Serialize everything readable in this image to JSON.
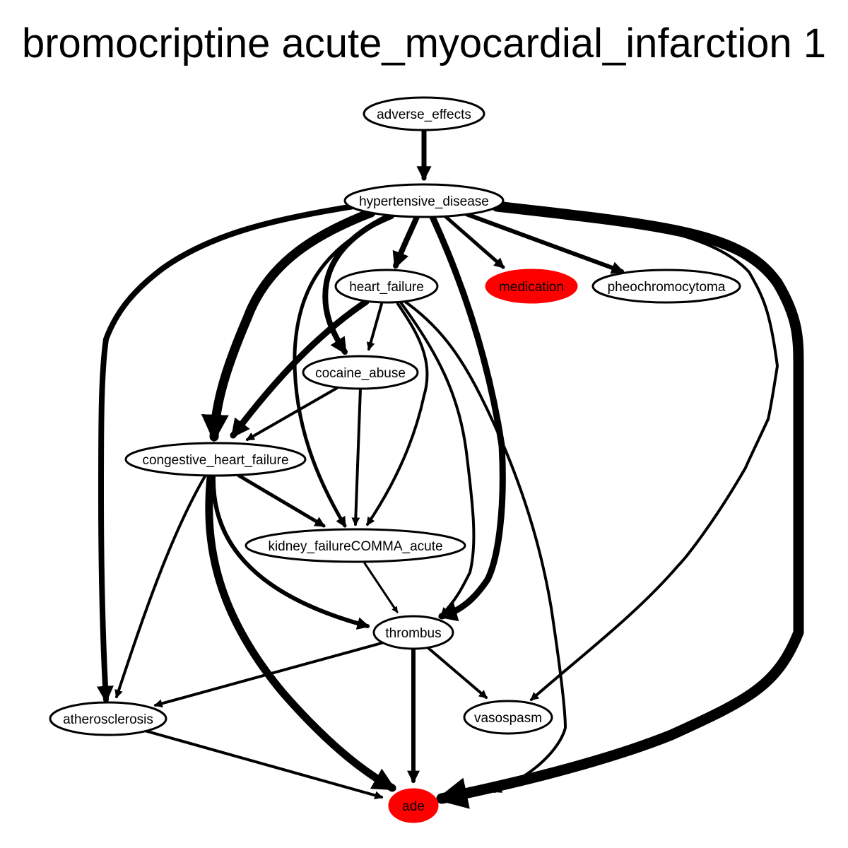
{
  "title": "bromocriptine acute_myocardial_infarction 1",
  "colors": {
    "highlight": "#ff0000",
    "node_fill": "#ffffff",
    "stroke": "#000000"
  },
  "nodes": [
    {
      "id": "adverse_effects",
      "label": "adverse_effects",
      "highlight": false
    },
    {
      "id": "hypertensive_disease",
      "label": "hypertensive_disease",
      "highlight": false
    },
    {
      "id": "heart_failure",
      "label": "heart_failure",
      "highlight": false
    },
    {
      "id": "medication",
      "label": "medication",
      "highlight": true
    },
    {
      "id": "pheochromocytoma",
      "label": "pheochromocytoma",
      "highlight": false
    },
    {
      "id": "cocaine_abuse",
      "label": "cocaine_abuse",
      "highlight": false
    },
    {
      "id": "congestive_heart_failure",
      "label": "congestive_heart_failure",
      "highlight": false
    },
    {
      "id": "kidney_failure_acute",
      "label": "kidney_failureCOMMA_acute",
      "highlight": false
    },
    {
      "id": "thrombus",
      "label": "thrombus",
      "highlight": false
    },
    {
      "id": "atherosclerosis",
      "label": "atherosclerosis",
      "highlight": false
    },
    {
      "id": "vasospasm",
      "label": "vasospasm",
      "highlight": false
    },
    {
      "id": "ade",
      "label": "ade",
      "highlight": true
    }
  ],
  "edges": [
    {
      "from": "adverse_effects",
      "to": "hypertensive_disease",
      "weight": 7
    },
    {
      "from": "hypertensive_disease",
      "to": "heart_failure",
      "weight": 8
    },
    {
      "from": "hypertensive_disease",
      "to": "medication",
      "weight": 5
    },
    {
      "from": "hypertensive_disease",
      "to": "pheochromocytoma",
      "weight": 6
    },
    {
      "from": "hypertensive_disease",
      "to": "cocaine_abuse",
      "weight": 8
    },
    {
      "from": "hypertensive_disease",
      "to": "congestive_heart_failure",
      "weight": 13
    },
    {
      "from": "hypertensive_disease",
      "to": "kidney_failure_acute",
      "weight": 5
    },
    {
      "from": "hypertensive_disease",
      "to": "thrombus",
      "weight": 9
    },
    {
      "from": "hypertensive_disease",
      "to": "atherosclerosis",
      "weight": 8
    },
    {
      "from": "hypertensive_disease",
      "to": "vasospasm",
      "weight": 4
    },
    {
      "from": "hypertensive_disease",
      "to": "ade",
      "weight": 15
    },
    {
      "from": "heart_failure",
      "to": "cocaine_abuse",
      "weight": 4
    },
    {
      "from": "heart_failure",
      "to": "congestive_heart_failure",
      "weight": 9
    },
    {
      "from": "heart_failure",
      "to": "kidney_failure_acute",
      "weight": 4
    },
    {
      "from": "heart_failure",
      "to": "thrombus",
      "weight": 4
    },
    {
      "from": "heart_failure",
      "to": "ade",
      "weight": 4
    },
    {
      "from": "cocaine_abuse",
      "to": "congestive_heart_failure",
      "weight": 4
    },
    {
      "from": "cocaine_abuse",
      "to": "kidney_failure_acute",
      "weight": 4
    },
    {
      "from": "congestive_heart_failure",
      "to": "kidney_failure_acute",
      "weight": 5
    },
    {
      "from": "congestive_heart_failure",
      "to": "thrombus",
      "weight": 6
    },
    {
      "from": "congestive_heart_failure",
      "to": "atherosclerosis",
      "weight": 4
    },
    {
      "from": "congestive_heart_failure",
      "to": "ade",
      "weight": 11
    },
    {
      "from": "kidney_failure_acute",
      "to": "thrombus",
      "weight": 3
    },
    {
      "from": "thrombus",
      "to": "atherosclerosis",
      "weight": 4
    },
    {
      "from": "thrombus",
      "to": "vasospasm",
      "weight": 4
    },
    {
      "from": "thrombus",
      "to": "ade",
      "weight": 6
    },
    {
      "from": "atherosclerosis",
      "to": "ade",
      "weight": 4
    }
  ]
}
